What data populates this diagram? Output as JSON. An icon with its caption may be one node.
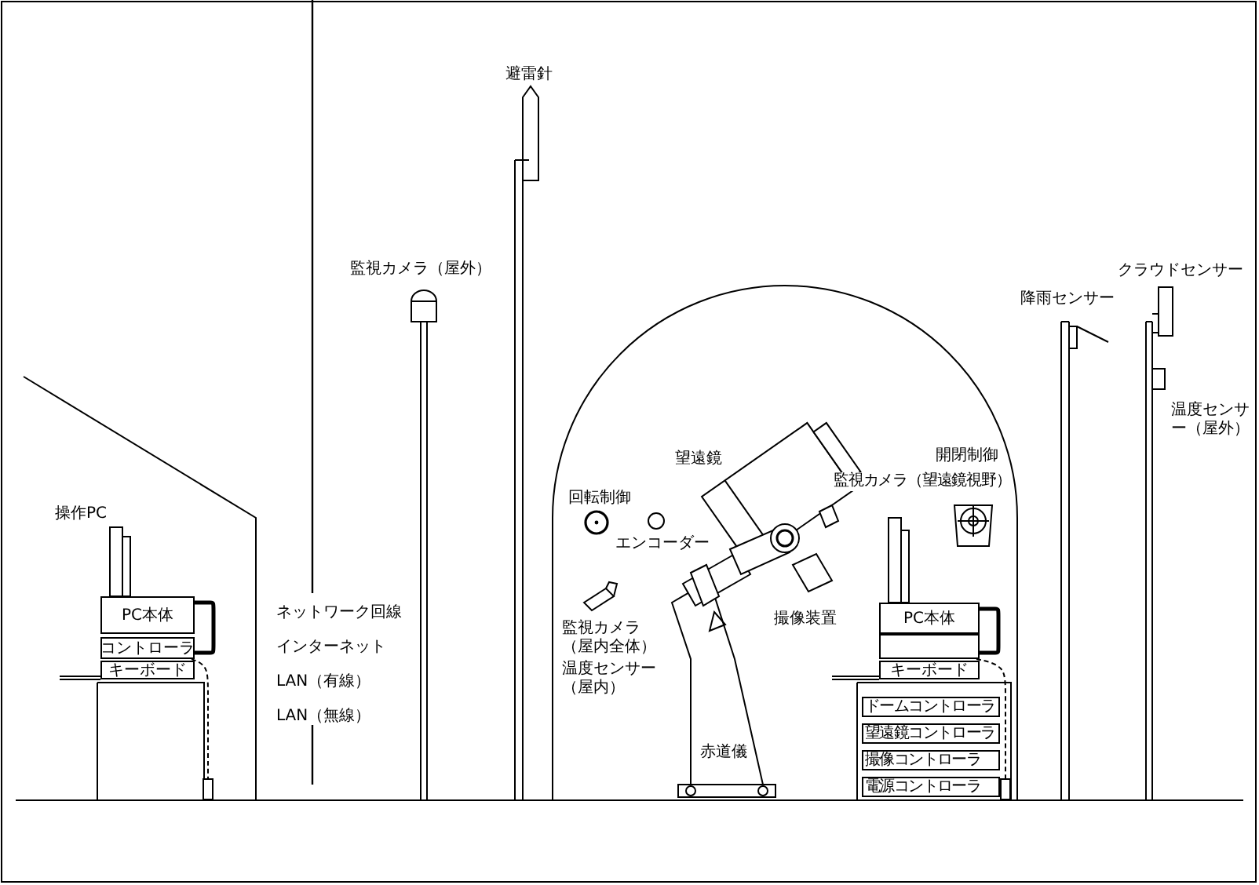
{
  "diagram": {
    "nodes": [
      {
        "text": [
          "PC本体"
        ]
      },
      {
        "text": [
          "コントローラ"
        ]
      },
      {
        "text": [
          "キーボード"
        ]
      },
      {
        "text": [
          "PC本体"
        ]
      },
      {
        "text": [
          "キーボード"
        ]
      },
      {
        "text": [
          "ドームコントローラ"
        ]
      },
      {
        "text": [
          "望遠鏡コントローラ"
        ]
      },
      {
        "text": [
          "撮像コントローラ"
        ]
      },
      {
        "text": [
          "電源コントローラ"
        ]
      },
      {
        "text": [],
        "shape": "box"
      },
      {
        "text": [],
        "shape": "box"
      },
      {
        "text": [],
        "shape": "box"
      }
    ],
    "edges": [
      {
        "from": 0,
        "to": 1,
        "arrow": "none",
        "style": "thick"
      },
      {
        "from": 1,
        "to": 10,
        "arrow": "none",
        "style": "dashed"
      },
      {
        "from": 3,
        "to": 9,
        "arrow": "none",
        "style": "thick"
      },
      {
        "from": 9,
        "to": 11,
        "arrow": "none",
        "style": "dashed"
      }
    ],
    "labels": [
      "避雷針",
      "クラウドセンサー",
      "監視カメラ（屋外）",
      "降雨センサー",
      "温度センサー（屋外）",
      "望遠鏡",
      "開閉制御",
      "監視カメラ（望遠鏡視野）",
      "回転制御",
      "エンコーダー",
      "操作PC",
      "ネットワーク回線",
      "撮像装置",
      "監視カメラ（屋内全体）",
      "インターネット",
      "温度センサー（屋内）",
      "LAN（有線）",
      "LAN（無線）",
      "赤道儀"
    ]
  }
}
